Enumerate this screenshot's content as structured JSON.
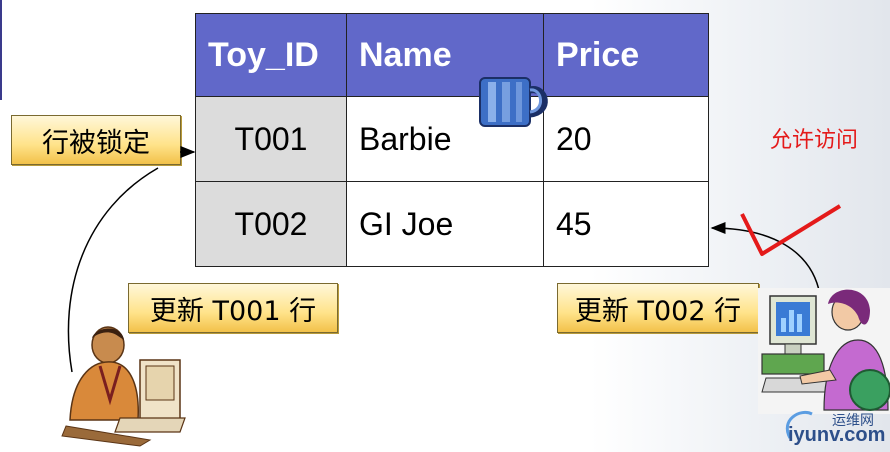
{
  "table": {
    "headers": [
      "Toy_ID",
      "Name",
      "Price"
    ],
    "rows": [
      {
        "id": "T001",
        "name": "Barbie",
        "price": "20"
      },
      {
        "id": "T002",
        "name": "GI Joe",
        "price": "45"
      }
    ]
  },
  "callouts": {
    "row_locked": "行被锁定",
    "update_t001": "更新 T001 行",
    "update_t002": "更新 T002 行"
  },
  "allow_access": "允许访问",
  "watermark": {
    "site": "iyunv.com",
    "brand": "运维网"
  },
  "colors": {
    "header_bg": "#6168c9",
    "id_cell_bg": "#dcdcdc",
    "callout_gold": "#ffe38a",
    "allow_red": "#e41a1a",
    "lock_blue": "#3d6fc6"
  },
  "icons": [
    "lock-icon",
    "checkmark-icon",
    "man-at-computer-illustration",
    "woman-at-computer-illustration"
  ]
}
